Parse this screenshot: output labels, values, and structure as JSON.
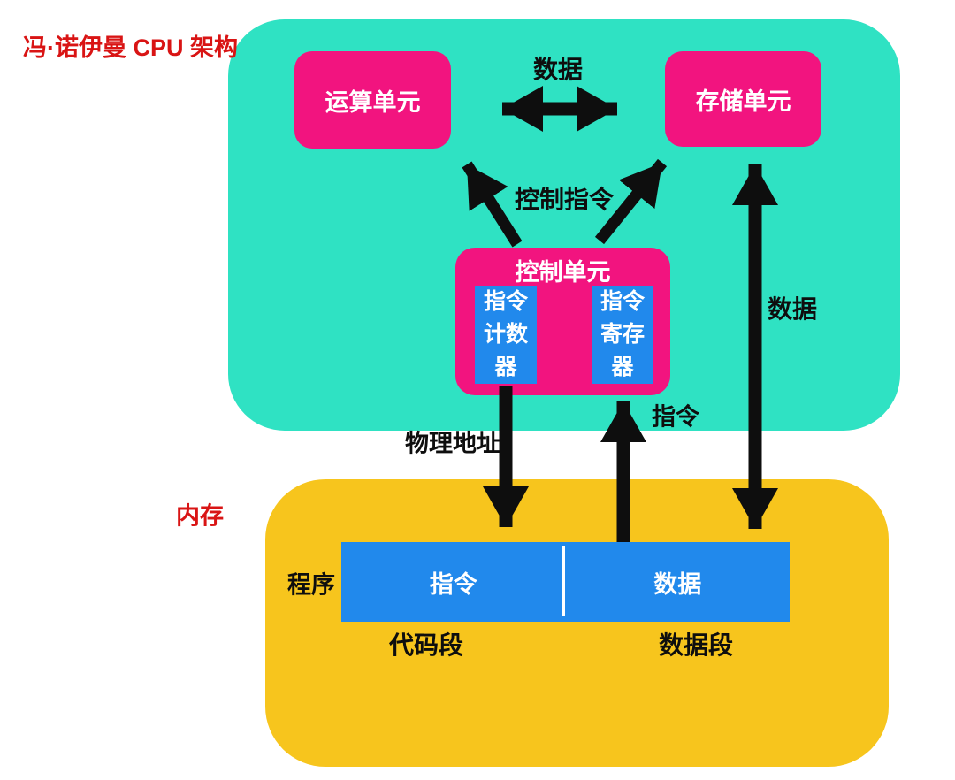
{
  "title": "冯·诺伊曼 CPU 架构",
  "colors": {
    "cpu_region": "#2FE2C3",
    "memory_region": "#F7C51D",
    "unit_box": "#F2147F",
    "register_box": "#2189EC",
    "memory_bar": "#2189EC",
    "arrow": "#0E0E0E",
    "red_label": "#D91414",
    "white_text": "#FFFFFF"
  },
  "cpu": {
    "arithmetic_unit_label": "运算单元",
    "storage_unit_label": "存储单元",
    "control_unit_label": "控制单元",
    "instruction_counter_label": "指令\n计数\n器",
    "instruction_register_label": "指令\n寄存\n器"
  },
  "arrow_labels": {
    "alu_storage_data": "数据",
    "control_instructions": "控制指令",
    "storage_memory_data": "数据",
    "physical_address": "物理地址",
    "instruction": "指令"
  },
  "memory": {
    "label": "内存",
    "program_label": "程序",
    "cells": {
      "instruction": "指令",
      "data": "数据"
    },
    "code_segment_label": "代码段",
    "data_segment_label": "数据段"
  }
}
